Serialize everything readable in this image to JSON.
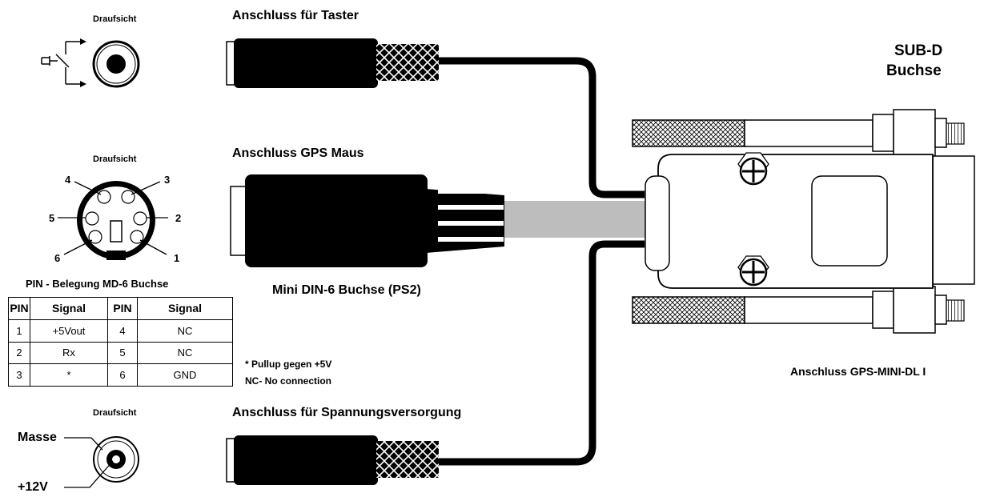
{
  "labels": {
    "top_view_1": "Draufsicht",
    "top_view_2": "Draufsicht",
    "top_view_3": "Draufsicht",
    "taster_connector": "Anschluss für Taster",
    "gps_connector": "Anschluss GPS Maus",
    "mini_din": "Mini DIN-6 Buchse (PS2)",
    "power_connector": "Anschluss für Spannungsversorgung",
    "subd_line1": "SUB-D",
    "subd_line2": "Buchse",
    "gps_minidl": "Anschluss GPS-MINI-DL I",
    "pin_table_title": "PIN - Belegung MD-6 Buchse",
    "note_pullup": "* Pullup gegen +5V",
    "note_nc": "NC- No connection",
    "masse": "Masse",
    "plus12v": "+12V"
  },
  "din_pins": [
    "1",
    "2",
    "3",
    "4",
    "5",
    "6"
  ],
  "pin_table": {
    "headers": [
      "PIN",
      "Signal",
      "PIN",
      "Signal"
    ],
    "rows": [
      [
        "1",
        "+5Vout",
        "4",
        "NC"
      ],
      [
        "2",
        "Rx",
        "5",
        "NC"
      ],
      [
        "3",
        "*",
        "6",
        "GND"
      ]
    ]
  }
}
